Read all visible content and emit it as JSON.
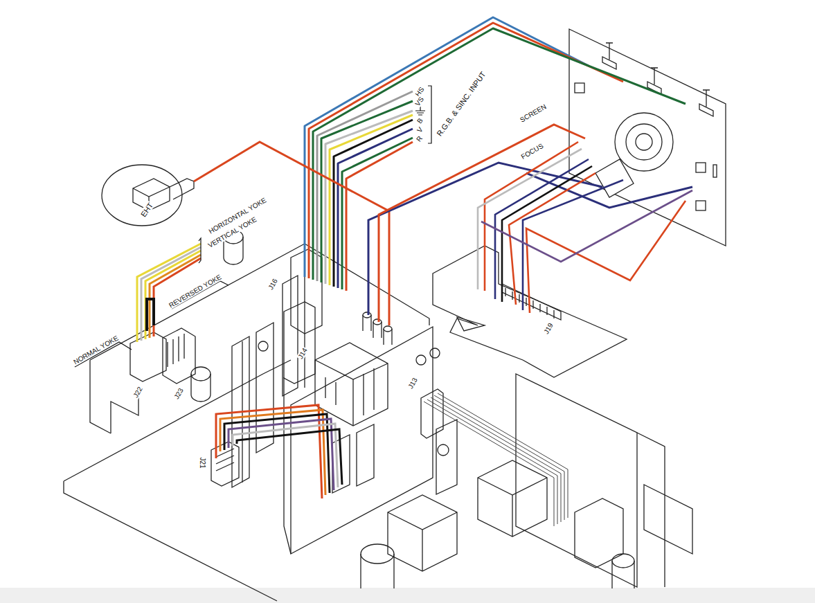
{
  "diagram": {
    "labels": [
      "R.G.B. & SINC. INPUT",
      "HS",
      "VS",
      "B",
      "V",
      "R",
      "SCREEN",
      "FOCUS",
      "EHT",
      "HORIZONTAL YOKE",
      "VERTICAL YOKE",
      "REVERSED YOKE",
      "NORMAL YOKE",
      "J16",
      "J14",
      "J22",
      "J23",
      "J13",
      "J19",
      "J21"
    ]
  }
}
